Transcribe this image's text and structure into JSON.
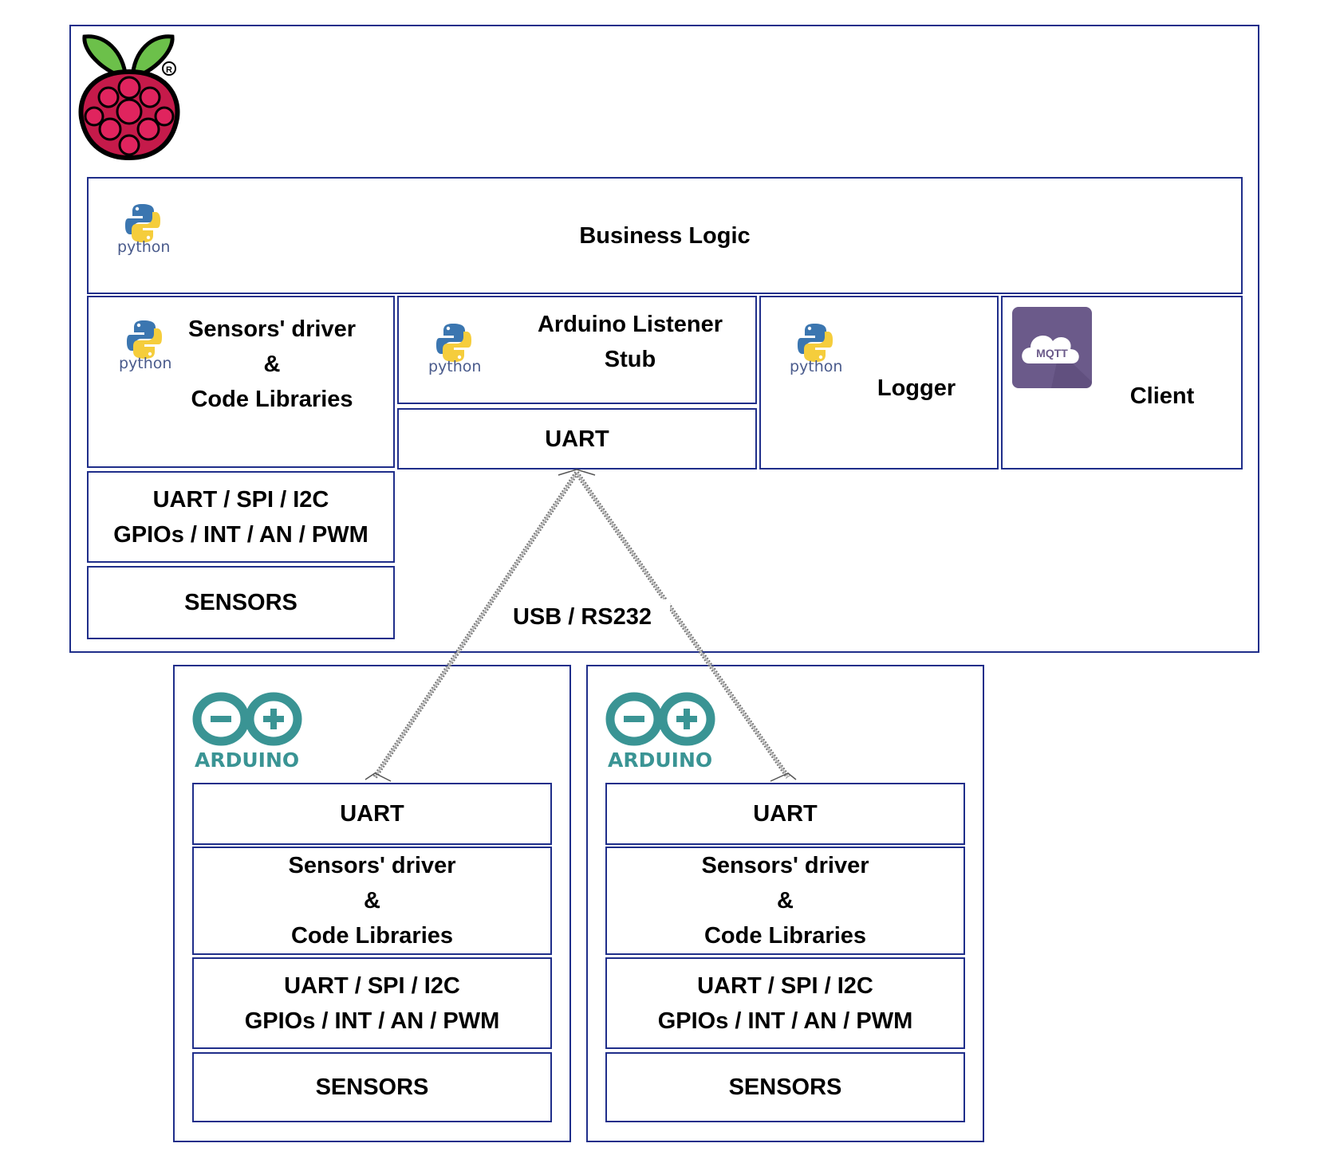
{
  "colors": {
    "border": "#1f2e8a",
    "arduino": "#3a9494",
    "raspberry": "#c51a4a",
    "leaf": "#6cc04a",
    "mqtt": "#6b5a8a"
  },
  "icons": {
    "pi_logo": "raspberry-pi-logo",
    "python_logo": "python-logo",
    "arduino_logo": "arduino-logo",
    "mqtt_logo": "mqtt-cloud-logo"
  },
  "python_word": "python",
  "arduino_word": "ARDUINO",
  "mqtt_word": "MQTT",
  "pi": {
    "business_logic": "Business Logic",
    "sensors_driver": "Sensors' driver\n&\nCode Libraries",
    "listener": "Arduino Listener\nStub",
    "listener_uart": "UART",
    "logger": "Logger",
    "client": "Client",
    "interfaces": "UART / SPI / I2C\nGPIOs / INT / AN / PWM",
    "sensors": "SENSORS"
  },
  "link_label": "USB / RS232",
  "arduinos": [
    {
      "uart": "UART",
      "driver": "Sensors' driver\n&\nCode Libraries",
      "interfaces": "UART / SPI / I2C\nGPIOs / INT / AN / PWM",
      "sensors": "SENSORS"
    },
    {
      "uart": "UART",
      "driver": "Sensors' driver\n&\nCode Libraries",
      "interfaces": "UART / SPI / I2C\nGPIOs / INT / AN / PWM",
      "sensors": "SENSORS"
    }
  ]
}
